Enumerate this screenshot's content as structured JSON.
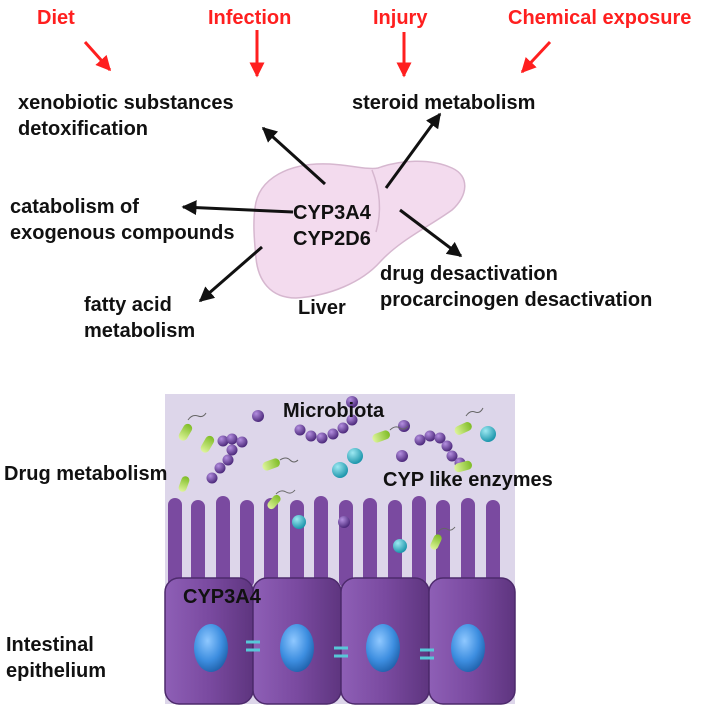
{
  "triggers": [
    "Diet",
    "Infection",
    "Injury",
    "Chemical exposure"
  ],
  "liver": {
    "enzymes": [
      "CYP3A4",
      "CYP2D6"
    ],
    "organ_label": "Liver",
    "functions": {
      "xenobiotic": [
        "xenobiotic substances",
        "detoxification"
      ],
      "steroid": [
        "steroid metabolism"
      ],
      "catabolism": [
        "catabolism of",
        "exogenous compounds"
      ],
      "fatty_acid": [
        "fatty acid",
        "metabolism"
      ],
      "drug": [
        "drug desactivation",
        "procarcinogen desactivation"
      ]
    }
  },
  "intestine": {
    "microbiota_label": "Microbiota",
    "drug_metabolism_label": "Drug metabolism",
    "cyp_like_label": "CYP like enzymes",
    "enzyme_label": "CYP3A4",
    "tissue_label": [
      "Intestinal",
      "epithelium"
    ]
  },
  "colors": {
    "trigger_red": "#ff1f1f",
    "liver_fill": "#f3dbee",
    "lumen_bg": "#ddd6ea",
    "epithelium": "#7a4aa0",
    "nucleus": "#3d8ee0",
    "bacteria_green": "#a6dc3b",
    "microbe_purple": "#6b3fa0",
    "enzyme_cyan": "#39b7c9"
  }
}
